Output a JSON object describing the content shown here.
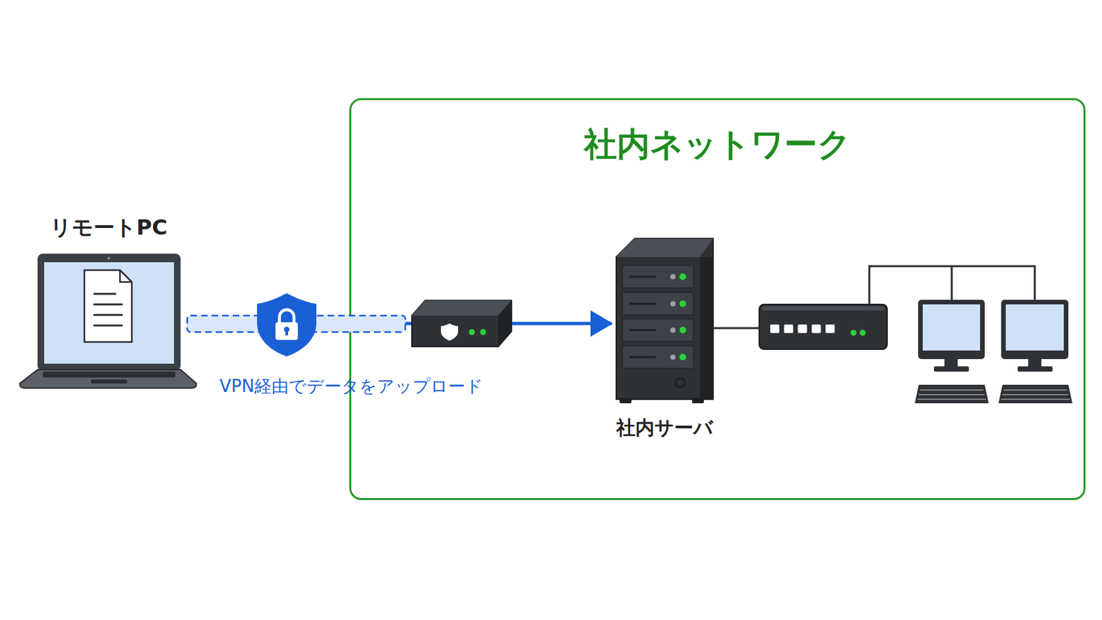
{
  "diagram": {
    "nodes": [
      {
        "text": [
          "社内ネットワーク"
        ]
      },
      {
        "text": [
          "リモートPC"
        ]
      },
      {
        "text": [
          "社内サーバ"
        ],
        "in": 0
      }
    ],
    "edges": [
      {
        "from": 1,
        "to": 2,
        "label": "VPN経由でデータをアップロード",
        "arrow": "to"
      }
    ]
  }
}
